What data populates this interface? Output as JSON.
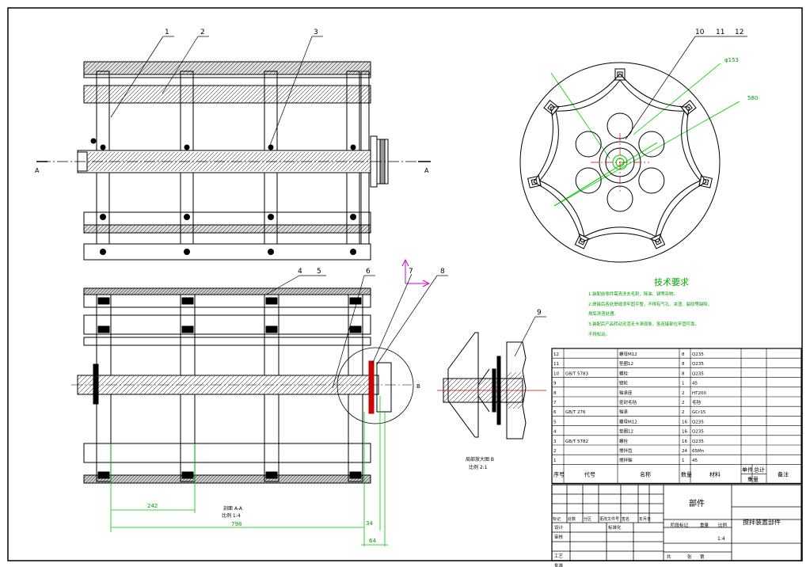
{
  "part_labels": [
    "1",
    "2",
    "3",
    "4",
    "5",
    "6",
    "7",
    "8",
    "9",
    "10",
    "11",
    "12"
  ],
  "section_marks": {
    "a": "A",
    "b": "B"
  },
  "dims": {
    "d1": "242",
    "d2": "798",
    "d3": "34",
    "d4": "64",
    "phi1": "φ153",
    "phi2": "580"
  },
  "notes": {
    "title": "技术要求",
    "lines": [
      "1.装配前零件需清洗去毛刺，除油、锈等杂物。",
      "2.焊接后各处焊缝须牢固平整，不得有气孔、夹渣、裂纹等缺陷，",
      "  焊后清渣处理。",
      "3.装配后产品转动灵活无卡滞现象，各连接部位牢固可靠，",
      "  不得松动。"
    ]
  },
  "caption_main": [
    "剖面 A-A",
    "比例 1:4"
  ],
  "caption_detail": [
    "局部放大图 B",
    "比例 2:1"
  ],
  "bom": [
    {
      "no": "12",
      "code": "",
      "name": "螺母M12",
      "qty": "8",
      "mat": "Q235"
    },
    {
      "no": "11",
      "code": "",
      "name": "垫圈12",
      "qty": "8",
      "mat": "Q235"
    },
    {
      "no": "10",
      "code": "GB/T 5783",
      "name": "螺栓",
      "qty": "8",
      "mat": "Q235"
    },
    {
      "no": "9",
      "code": "",
      "name": "链轮",
      "qty": "1",
      "mat": "45"
    },
    {
      "no": "8",
      "code": "",
      "name": "轴承座",
      "qty": "2",
      "mat": "HT200"
    },
    {
      "no": "7",
      "code": "",
      "name": "密封毛毡",
      "qty": "2",
      "mat": "毛毡"
    },
    {
      "no": "6",
      "code": "GB/T 276",
      "name": "轴承",
      "qty": "2",
      "mat": "GCr15"
    },
    {
      "no": "5",
      "code": "",
      "name": "螺母M12",
      "qty": "16",
      "mat": "Q235"
    },
    {
      "no": "4",
      "code": "",
      "name": "垫圈12",
      "qty": "16",
      "mat": "Q235"
    },
    {
      "no": "3",
      "code": "GB/T 5782",
      "name": "螺栓",
      "qty": "16",
      "mat": "Q235"
    },
    {
      "no": "2",
      "code": "",
      "name": "搅拌齿",
      "qty": "24",
      "mat": "65Mn"
    },
    {
      "no": "1",
      "code": "",
      "name": "搅拌轴",
      "qty": "1",
      "mat": "45"
    }
  ],
  "bom_header": {
    "no": "序号",
    "code": "代号",
    "name": "名称",
    "qty": "数量",
    "mat": "材料",
    "w1": "单件",
    "w2": "总计",
    "weight": "重量",
    "remark": "备注"
  },
  "title_block": {
    "drawing_name": "部件",
    "product_name": "搅拌装置部件",
    "rows": [
      "标记",
      "处数",
      "分区",
      "更改文件号",
      "签名",
      "年月日"
    ],
    "roles": [
      "设计",
      "审核",
      "工艺",
      "批准"
    ],
    "std": "标准化",
    "stage": "阶段标记",
    "weight": "重量",
    "scale": "比例",
    "scale_val": "1:4",
    "sheets": "共",
    "sheet": "张",
    "sheet_of": "第"
  }
}
